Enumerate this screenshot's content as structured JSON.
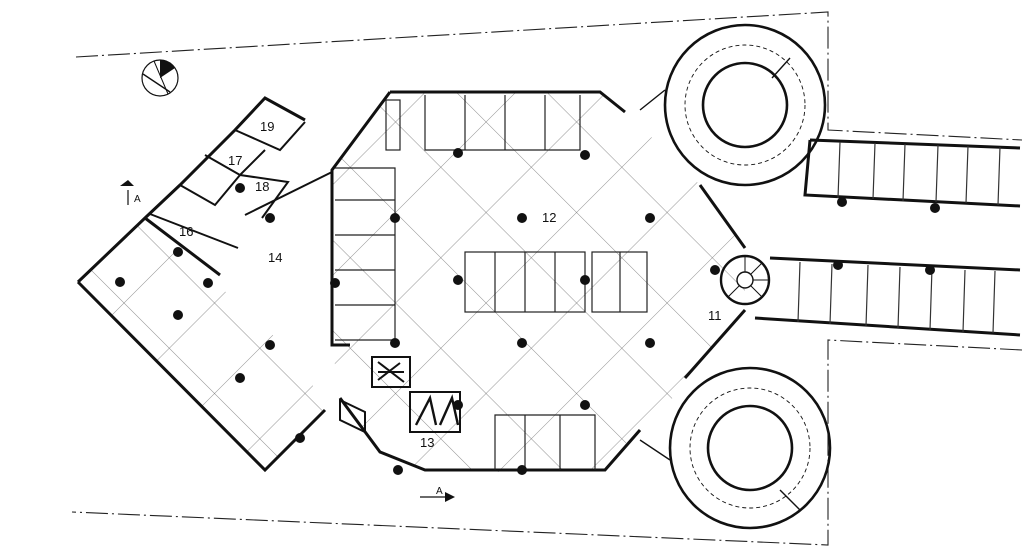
{
  "plan": {
    "rooms": [
      "11",
      "12",
      "13",
      "14",
      "16",
      "17",
      "18",
      "19"
    ],
    "section_marks": [
      "A",
      "A"
    ]
  },
  "colors": {
    "ink": "#111111",
    "paper": "#ffffff"
  },
  "icons": [
    "north-arrow-icon"
  ]
}
